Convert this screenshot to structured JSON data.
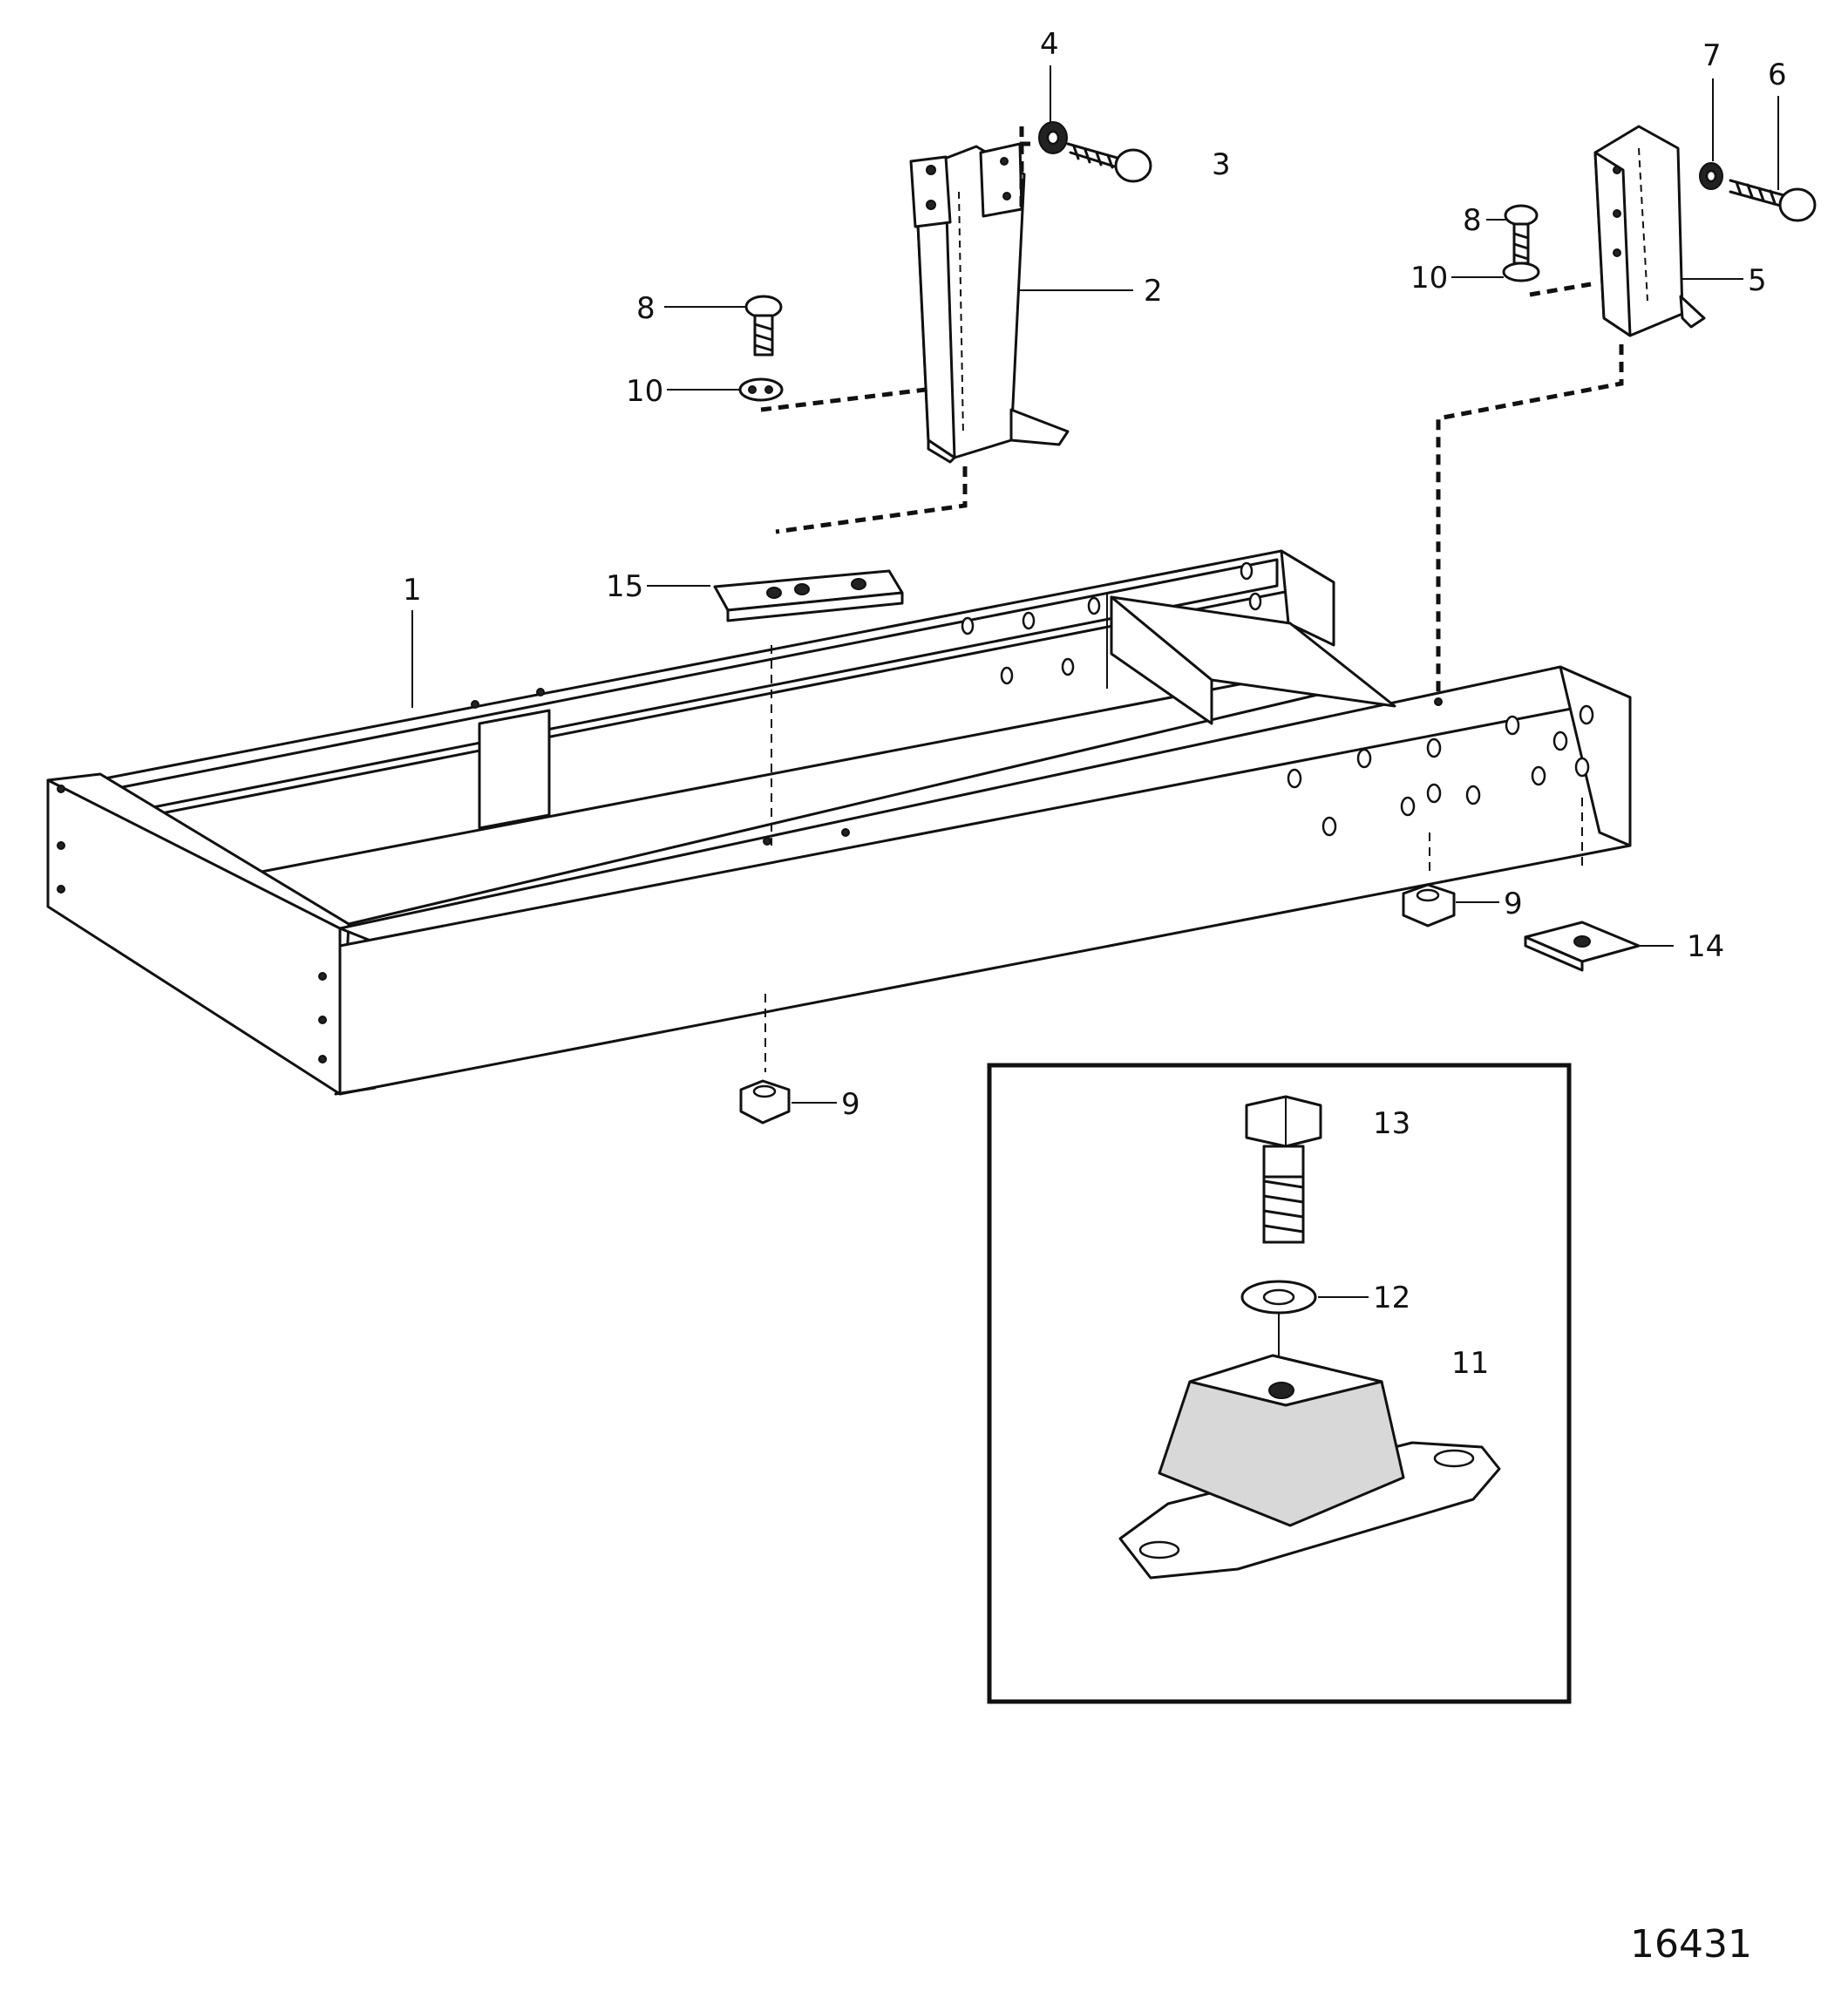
{
  "diagram": {
    "drawing_number": "16431",
    "labels": {
      "p1": "1",
      "p2": "2",
      "p3": "3",
      "p4": "4",
      "p5": "5",
      "p6": "6",
      "p7": "7",
      "p8a": "8",
      "p8b": "8",
      "p9a": "9",
      "p9b": "9",
      "p10a": "10",
      "p10b": "10",
      "p11": "11",
      "p12": "12",
      "p13": "13",
      "p14": "14",
      "p15": "15"
    }
  }
}
